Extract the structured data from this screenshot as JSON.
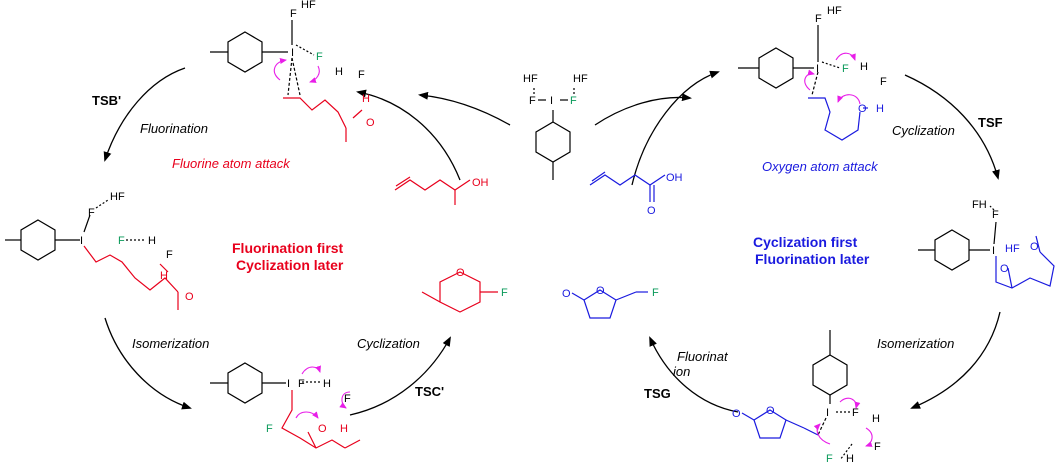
{
  "colors": {
    "black": "#000000",
    "red": "#e8001c",
    "blue": "#1a1adf",
    "green": "#0a9a5a",
    "magenta": "#e81ee8"
  },
  "left_cycle": {
    "title_line1": "Fluorination first",
    "title_line2": "Cyclization later",
    "ts_top": "TSB'",
    "step_top": "Fluorination",
    "caption_top": "Fluorine atom attack",
    "step_bottom": "Isomerization",
    "step_up": "Cyclization",
    "ts_bottom": "TSC'"
  },
  "right_cycle": {
    "title_line1": "Cyclization first",
    "title_line2": "Fluorination  later",
    "step_top": "Cyclization",
    "ts_top": "TSF",
    "caption_top": "Oxygen atom attack",
    "step_bottom": "Isomerization",
    "step_left_line1": "Fluorinat",
    "step_left_line2": "ion",
    "ts_bottom": "TSG"
  },
  "atoms": {
    "HF": "HF",
    "F": "F",
    "I": "I",
    "H": "H",
    "O": "O",
    "OH": "OH",
    "FH": "FH"
  }
}
